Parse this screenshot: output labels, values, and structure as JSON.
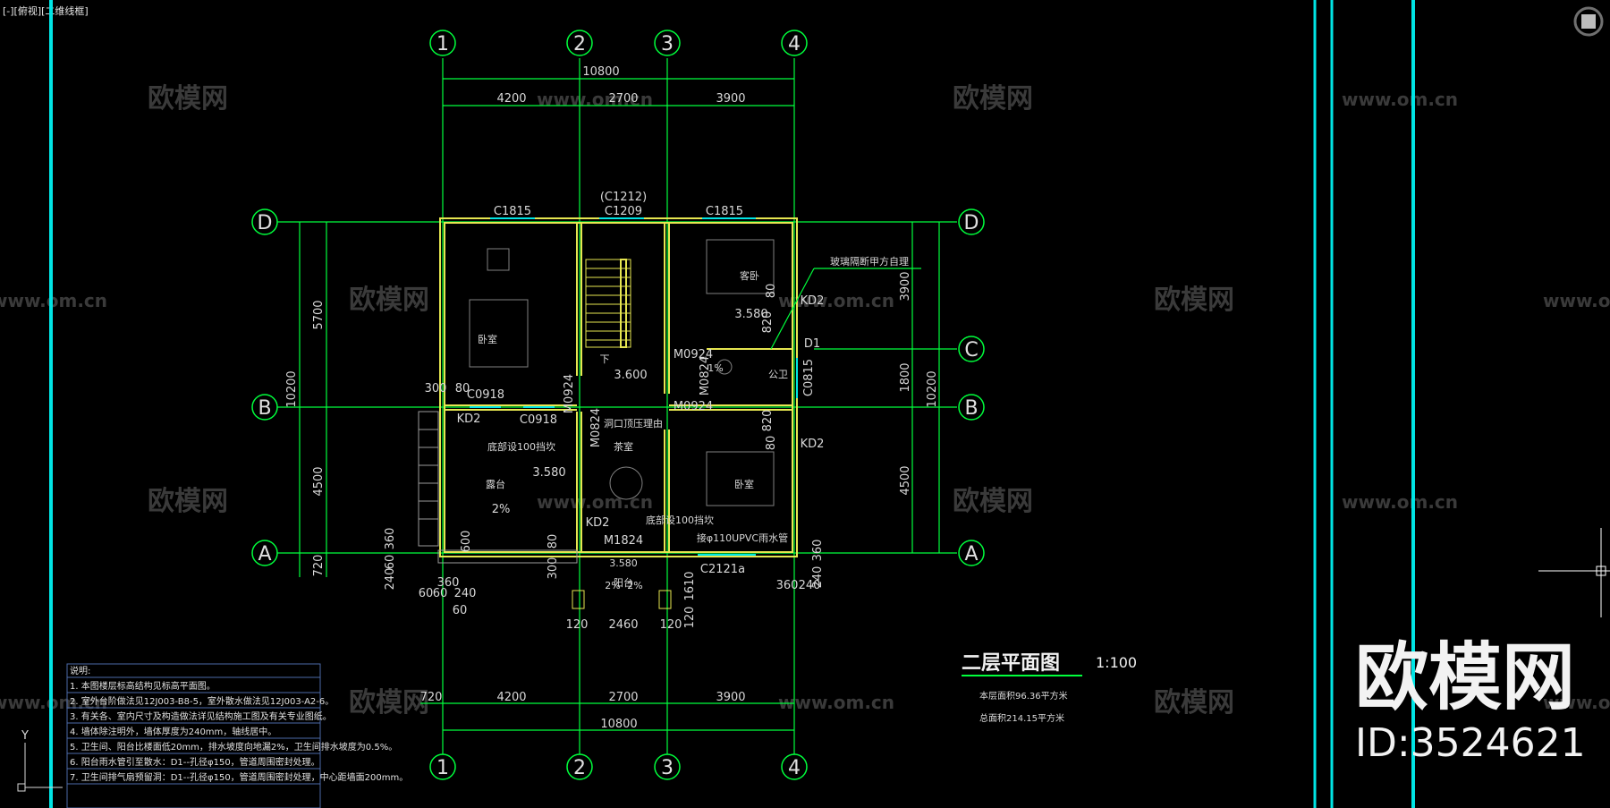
{
  "viewport_label": "[-][俯视][二维线框]",
  "title": {
    "main": "二层平面图",
    "scale": "1:100",
    "area_floor": "本层面积96.36平方米",
    "area_total": "总面积214.15平方米"
  },
  "watermark": {
    "brand": "欧模网",
    "id": "ID:3524621",
    "url": "www.om.cn"
  },
  "axes": {
    "cols": [
      "1",
      "2",
      "3",
      "4"
    ],
    "rows_left": [
      "D",
      "B",
      "A"
    ],
    "rows_right": [
      "D",
      "C",
      "B",
      "A"
    ]
  },
  "dims_top": {
    "total": "10800",
    "segments": [
      "4200",
      "2700",
      "3900"
    ]
  },
  "dims_bottom": {
    "total": "10800",
    "segments": [
      "720",
      "4200",
      "2700",
      "3900"
    ]
  },
  "dims_left": {
    "total": "10200",
    "segments": [
      "5700",
      "4500",
      "720"
    ],
    "small": [
      "300",
      "80",
      "360",
      "60",
      "240",
      "60",
      "60",
      "240",
      "60",
      "360"
    ]
  },
  "dims_right": {
    "total": "10200",
    "segments": [
      "3900",
      "1800",
      "4500"
    ],
    "small": [
      "360",
      "240",
      "360",
      "240"
    ]
  },
  "openings": [
    "C1815",
    "C1209",
    "(C1212)",
    "C1815",
    "C0918",
    "C0918",
    "KD2",
    "KD2",
    "KD2",
    "KD2",
    "M0924",
    "M0924",
    "M0924",
    "M0824",
    "M0824",
    "M1824",
    "C0815",
    "D1",
    "C2121a"
  ],
  "rooms": [
    "卧室",
    "客卧",
    "卧室",
    "茶室",
    "露台",
    "公卫",
    "阳台",
    "下"
  ],
  "elevations": [
    "3.600",
    "3.580",
    "3.580",
    "3.580"
  ],
  "annotations": [
    "玻璃隔断甲方自理",
    "洞口顶压理由",
    "底部设100挡坎",
    "底部设100挡坎",
    "接φ110UPVC雨水管",
    "2%",
    "1%",
    "2%",
    "2%"
  ],
  "misc_dims": [
    "820",
    "80",
    "820",
    "80",
    "2460",
    "120",
    "120",
    "1610",
    "120",
    "600",
    "80",
    "300"
  ],
  "notes": {
    "heading": "说明:",
    "items": [
      "1. 本图楼层标高结构见标高平面图。",
      "2. 室外台阶做法见12J003-B8-5，室外散水做法见12J003-A2-6。",
      "3. 有关各、室内尺寸及构造做法详见结构施工图及有关专业图纸。",
      "4. 墙体除注明外，墙体厚度为240mm，轴线居中。",
      "5. 卫生间、阳台比楼面低20mm，排水坡度向地漏2%，卫生间排水坡度为0.5%。",
      "6. 阳台雨水管引至散水：D1--孔径φ150，管道周围密封处理。",
      "7. 卫生间排气扇预留洞：D1--孔径φ150，管道周围密封处理，中心距墙面200mm。"
    ]
  },
  "ucs": {
    "y": "Y"
  }
}
